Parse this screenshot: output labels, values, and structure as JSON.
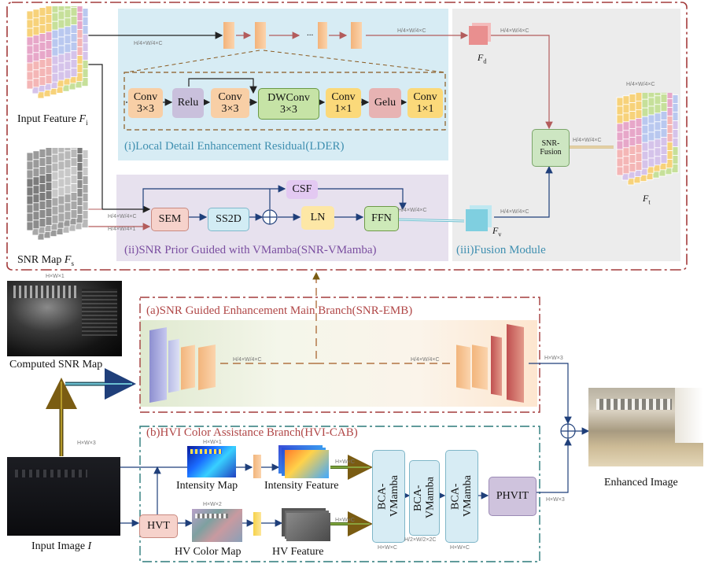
{
  "top": {
    "input_feature": "Input Feature",
    "snr_map": "SNR Map",
    "ldr_caption": "(i)Local Detail Enhancement Residual(LDER)",
    "snr_vmamba_caption": "(ii)SNR Prior Guided with VMamba(SNR-VMamba)",
    "fusion_caption": "(iii)Fusion Module",
    "ldr_blocks": [
      {
        "label": "Conv\n3×3",
        "color": "#f8cfa6"
      },
      {
        "label": "Relu",
        "color": "#c9c0dc"
      },
      {
        "label": "Conv\n3×3",
        "color": "#f8cfa6"
      },
      {
        "label": "DWConv\n3×3",
        "color": "#c6e3a6"
      },
      {
        "label": "Conv\n1×1",
        "color": "#fbd97a"
      },
      {
        "label": "Gelu",
        "color": "#e7b3b3"
      },
      {
        "label": "Conv\n1×1",
        "color": "#fbd97a"
      }
    ],
    "sem": "SEM",
    "ss2d": "SS2D",
    "csf": "CSF",
    "ln": "LN",
    "ffn": "FFN",
    "snr_fusion": "SNR-\nFusion",
    "dim_h4w4c": "H/4×W/4×C",
    "dim_h4w41": "H/4×W/4×1",
    "ellipsis": "...",
    "f_d": "F",
    "f_d_sub": "d",
    "f_v": "F",
    "f_v_sub": "v",
    "f_t": "F",
    "f_t_sub": "t",
    "f_i_sub": "i",
    "f_s_sub": "s"
  },
  "middle": {
    "snr_emb_caption": "(a)SNR Guided Enhancement Main Branch(SNR-EMB)",
    "computed_snr": "Computed SNR Map",
    "dim_hw1": "H×W×1",
    "dim_h4w4c_a": "H/4×W/4×C",
    "dim_h4w4c_b": "H/4×W/4×C",
    "dim_hw3_out": "H×W×3"
  },
  "bottom": {
    "hvi_cab_caption": "(b)HVI Color Assistance Branch(HVI-CAB)",
    "input_image": "Input Image",
    "input_image_var": "I",
    "hvt": "HVT",
    "intensity_map": "Intensity Map",
    "intensity_feature": "Intensity Feature",
    "hv_color_map": "HV Color Map",
    "hv_feature": "HV Feature",
    "bca1": "BCA-\nVMamba",
    "bca2": "BCA-\nVMamba",
    "bca3": "BCA-\nVMamba",
    "phvit": "PHVIT",
    "enhanced_image": "Enhanced Image",
    "dim_hw3": "H×W×3",
    "dim_hw1": "H×W×1",
    "dim_hw2": "H×W×2",
    "dim_hwc_a": "H×W×C",
    "dim_hwc_b": "H×W×C",
    "dim_hwc_c": "H×W×C",
    "dim_h2w22c": "H/2×W/2×2C",
    "dim_hwc_d": "H×W×C",
    "dim_hw3_b": "H×W×3"
  },
  "colors": {
    "red_dash": "#a33b3b",
    "teal_dash": "#2b7a7a",
    "ldr_bg": "#d7ecf4",
    "snr_bg": "#e7e1ee",
    "fusion_bg": "#ececec",
    "arrow_olive": "#6b5a10",
    "arrow_teal": "#2f7f86"
  }
}
